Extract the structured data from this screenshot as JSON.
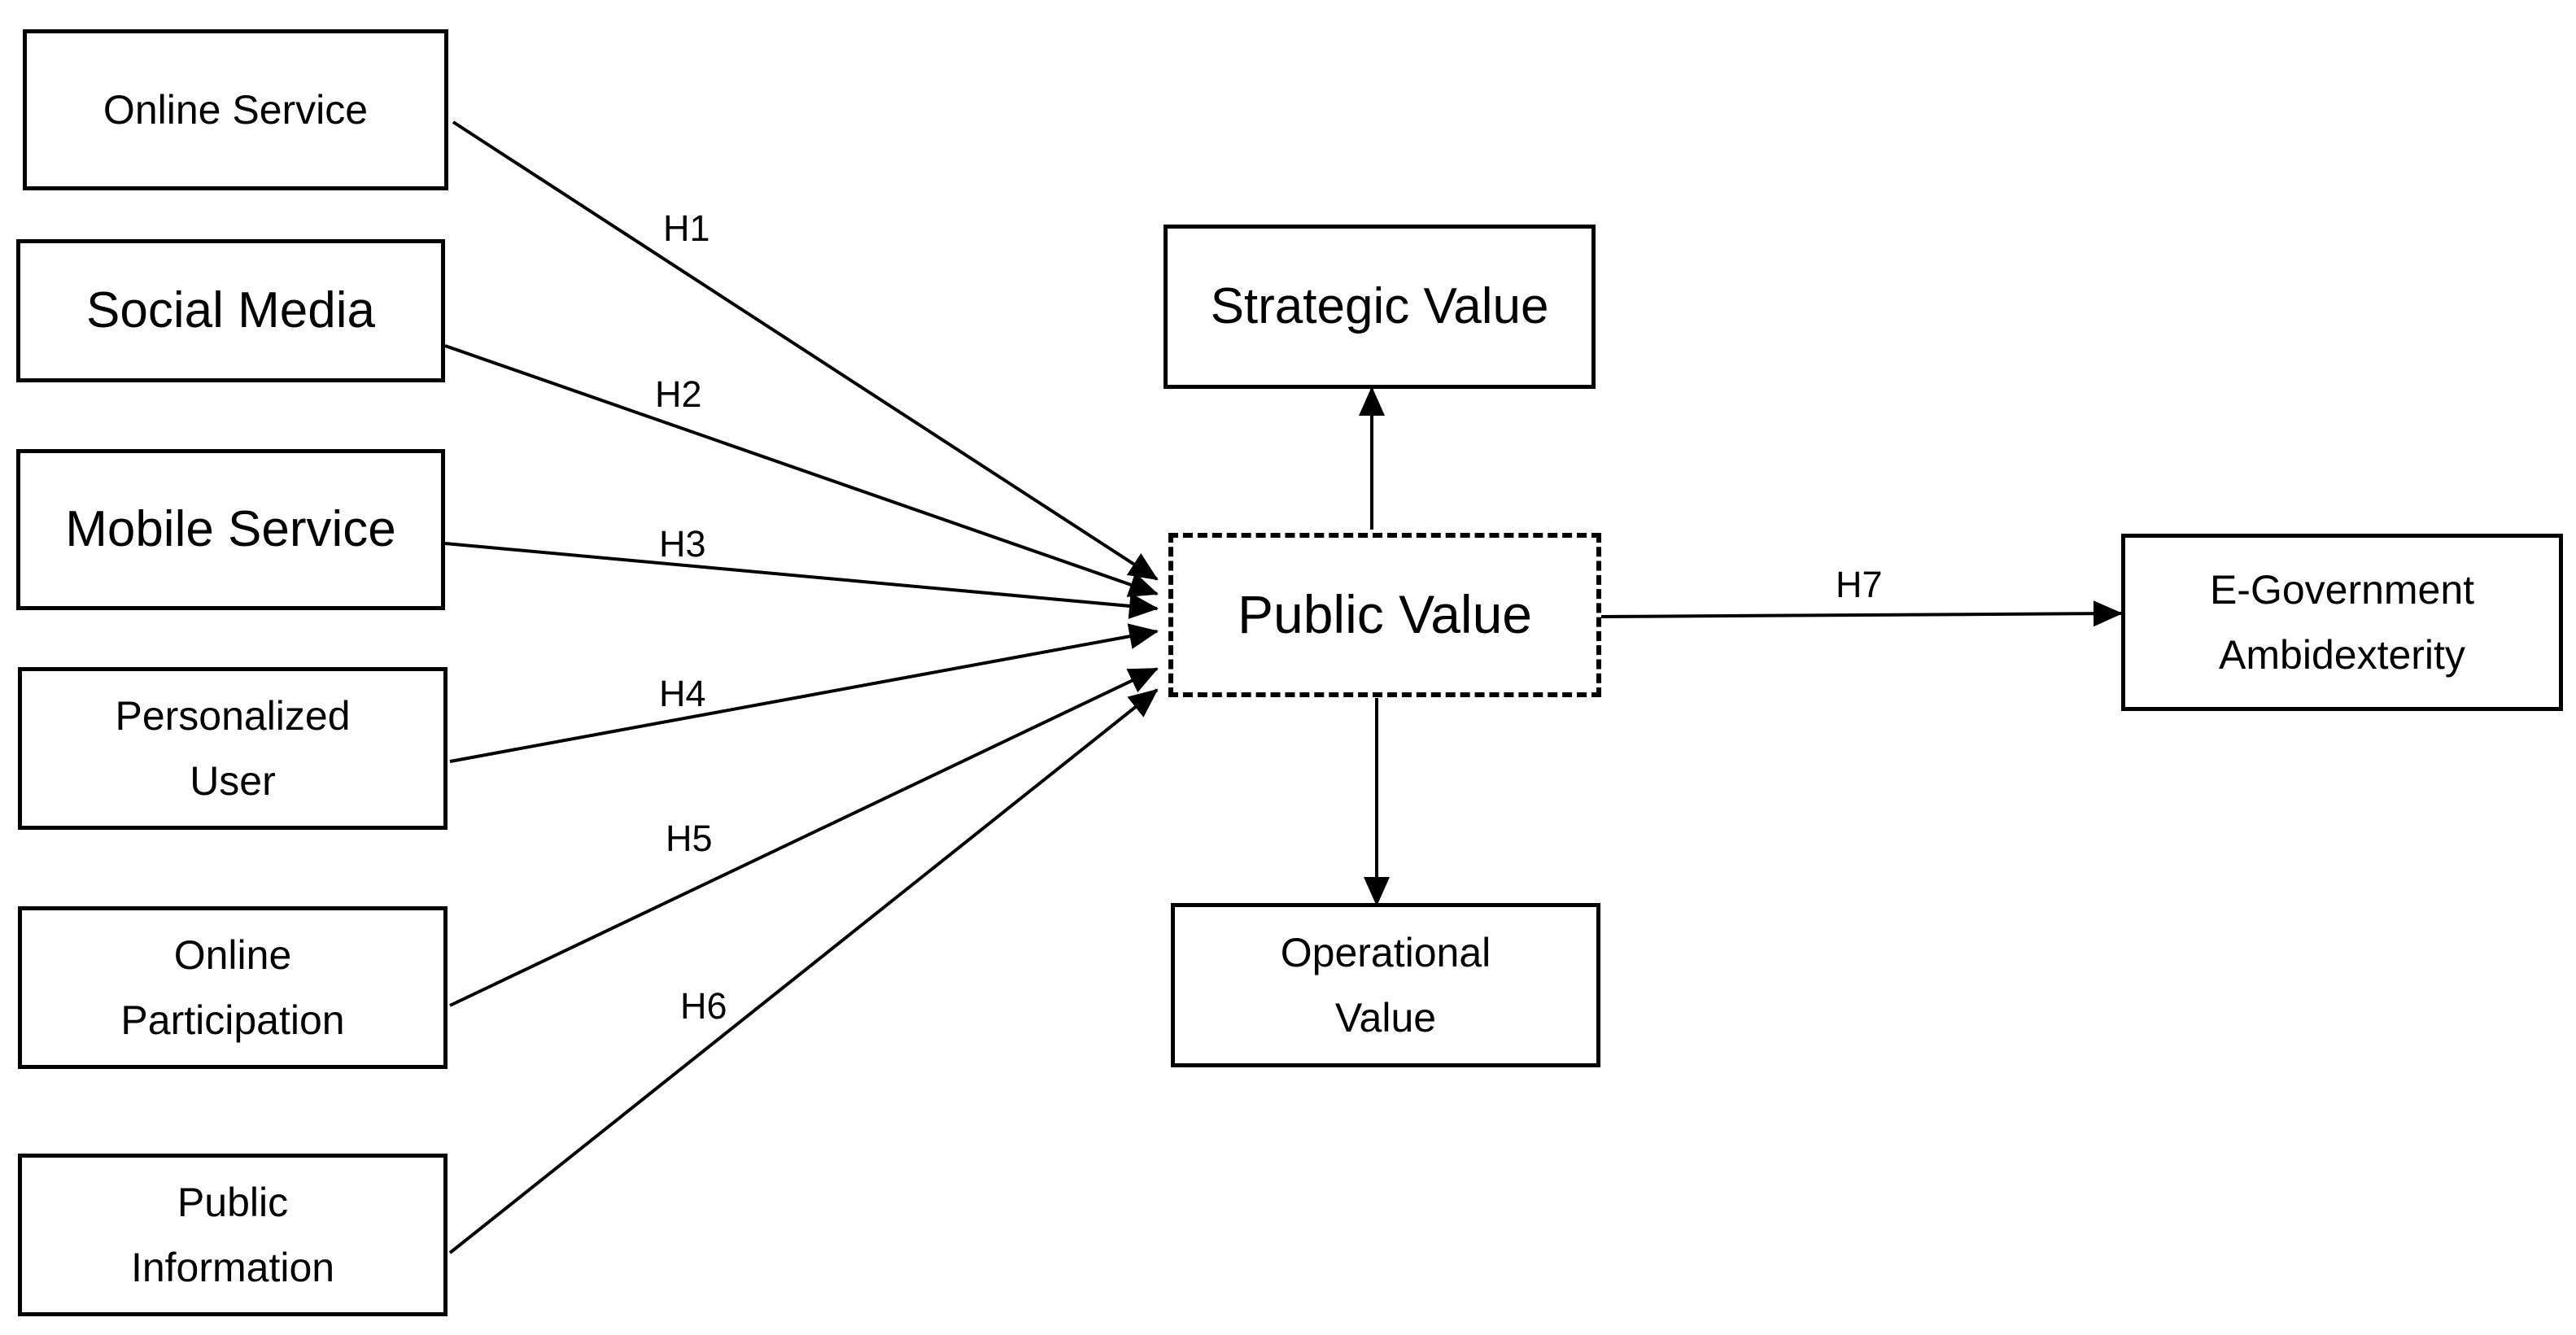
{
  "nodes": {
    "online_service": "Online Service",
    "social_media": "Social Media",
    "mobile_service": "Mobile Service",
    "personalized_user": "Personalized\nUser",
    "online_participation": "Online\nParticipation",
    "public_information": "Public\nInformation",
    "strategic_value": "Strategic Value",
    "public_value": "Public Value",
    "operational_value": "Operational\nValue",
    "egov_ambidexterity": "E-Government\nAmbidexterity"
  },
  "hypotheses": {
    "h1": "H1",
    "h2": "H2",
    "h3": "H3",
    "h4": "H4",
    "h5": "H5",
    "h6": "H6",
    "h7": "H7"
  },
  "edges": [
    {
      "from": "online_service",
      "to": "public_value",
      "label": "h1"
    },
    {
      "from": "social_media",
      "to": "public_value",
      "label": "h2"
    },
    {
      "from": "mobile_service",
      "to": "public_value",
      "label": "h3"
    },
    {
      "from": "personalized_user",
      "to": "public_value",
      "label": "h4"
    },
    {
      "from": "online_participation",
      "to": "public_value",
      "label": "h5"
    },
    {
      "from": "public_information",
      "to": "public_value",
      "label": "h6"
    },
    {
      "from": "public_value",
      "to": "strategic_value",
      "label": ""
    },
    {
      "from": "public_value",
      "to": "operational_value",
      "label": ""
    },
    {
      "from": "public_value",
      "to": "egov_ambidexterity",
      "label": "h7"
    }
  ]
}
